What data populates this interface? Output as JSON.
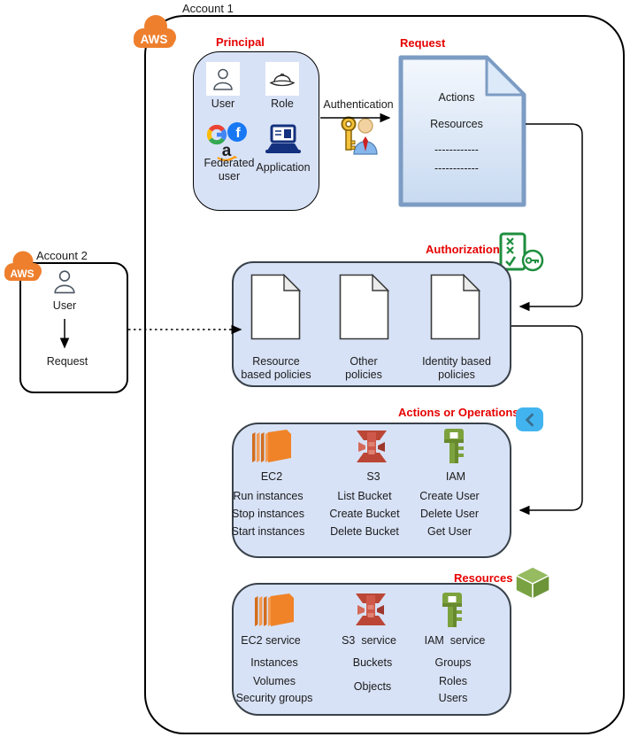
{
  "accounts": {
    "account1": {
      "label": "Account 1",
      "cloud": "AWS"
    },
    "account2": {
      "label": "Account 2",
      "cloud": "AWS",
      "user": "User",
      "request": "Request"
    }
  },
  "principal": {
    "title": "Principal",
    "items": [
      {
        "label": "User"
      },
      {
        "label": "Role"
      },
      {
        "label": "Federated user"
      },
      {
        "label": "Application"
      }
    ]
  },
  "authentication": {
    "label": "Authentication"
  },
  "request": {
    "title": "Request",
    "lines": [
      "Actions",
      "Resources",
      "------------",
      "------------"
    ]
  },
  "authorization": {
    "title": "Authorization",
    "policies": [
      {
        "label": "Resource based policies"
      },
      {
        "label": "Other policies"
      },
      {
        "label": "Identity based policies"
      }
    ]
  },
  "actions": {
    "title": "Actions or Operations",
    "services": [
      {
        "name": "EC2",
        "items": [
          "Run instances",
          "Stop instances",
          "Start instances"
        ]
      },
      {
        "name": "S3",
        "items": [
          "List Bucket",
          "Create Bucket",
          "Delete Bucket"
        ]
      },
      {
        "name": "IAM",
        "items": [
          "Create User",
          "Delete User",
          "Get User"
        ]
      }
    ]
  },
  "resources": {
    "title": "Resources",
    "services": [
      {
        "name": "EC2 service",
        "items": [
          "Instances",
          "Volumes",
          "Security groups"
        ]
      },
      {
        "name": "S3  service",
        "items": [
          "Buckets",
          "Objects"
        ]
      },
      {
        "name": "IAM  service",
        "items": [
          "Groups",
          "Roles",
          "Users"
        ]
      }
    ]
  },
  "colors": {
    "title_red": "#e60000",
    "aws_cloud_orange": "#ee7f2d",
    "panel_blue": "#d8e2f6",
    "request_doc_border": "#7c9cc4",
    "authorization_green": "#1e8e3e",
    "chevron_blue": "#41b4f0",
    "ec2_orange": "#f08327",
    "s3_red": "#c2483b",
    "iam_green": "#7ca23d"
  }
}
